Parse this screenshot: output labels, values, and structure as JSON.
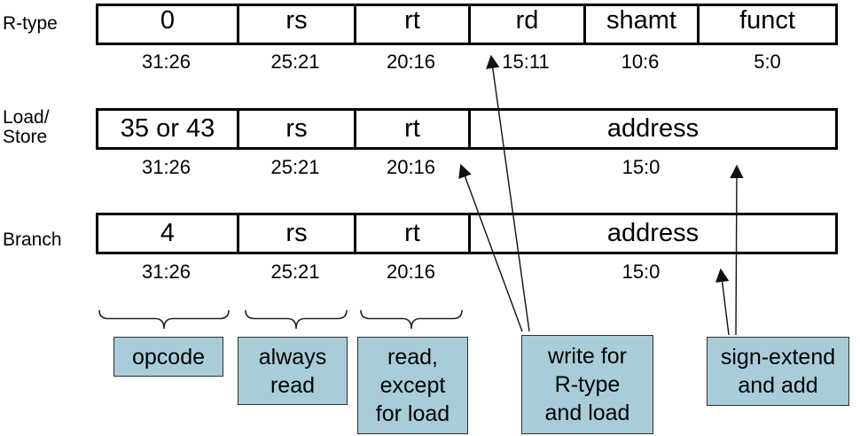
{
  "diagram": {
    "rows": [
      {
        "label": "R-type",
        "fields": [
          {
            "label": "0",
            "bits": "31:26"
          },
          {
            "label": "rs",
            "bits": "25:21"
          },
          {
            "label": "rt",
            "bits": "20:16"
          },
          {
            "label": "rd",
            "bits": "15:11"
          },
          {
            "label": "shamt",
            "bits": "10:6"
          },
          {
            "label": "funct",
            "bits": "5:0"
          }
        ]
      },
      {
        "label": "Load/\nStore",
        "fields": [
          {
            "label": "35 or 43",
            "bits": "31:26"
          },
          {
            "label": "rs",
            "bits": "25:21"
          },
          {
            "label": "rt",
            "bits": "20:16"
          },
          {
            "label": "address",
            "bits": "15:0"
          }
        ]
      },
      {
        "label": "Branch",
        "fields": [
          {
            "label": "4",
            "bits": "31:26"
          },
          {
            "label": "rs",
            "bits": "25:21"
          },
          {
            "label": "rt",
            "bits": "20:16"
          },
          {
            "label": "address",
            "bits": "15:0"
          }
        ]
      }
    ],
    "notes": [
      {
        "label": "opcode"
      },
      {
        "label": "always\nread"
      },
      {
        "label": "read,\nexcept\nfor load"
      },
      {
        "label": "write for\nR-type\nand load"
      },
      {
        "label": "sign-extend\nand add"
      }
    ],
    "colors": {
      "background": "#ffffff",
      "text": "#000000",
      "box_border": "#000000",
      "note_fill": "#a8cdd8",
      "note_border": "#2f2f2f",
      "line": "#111111"
    }
  }
}
